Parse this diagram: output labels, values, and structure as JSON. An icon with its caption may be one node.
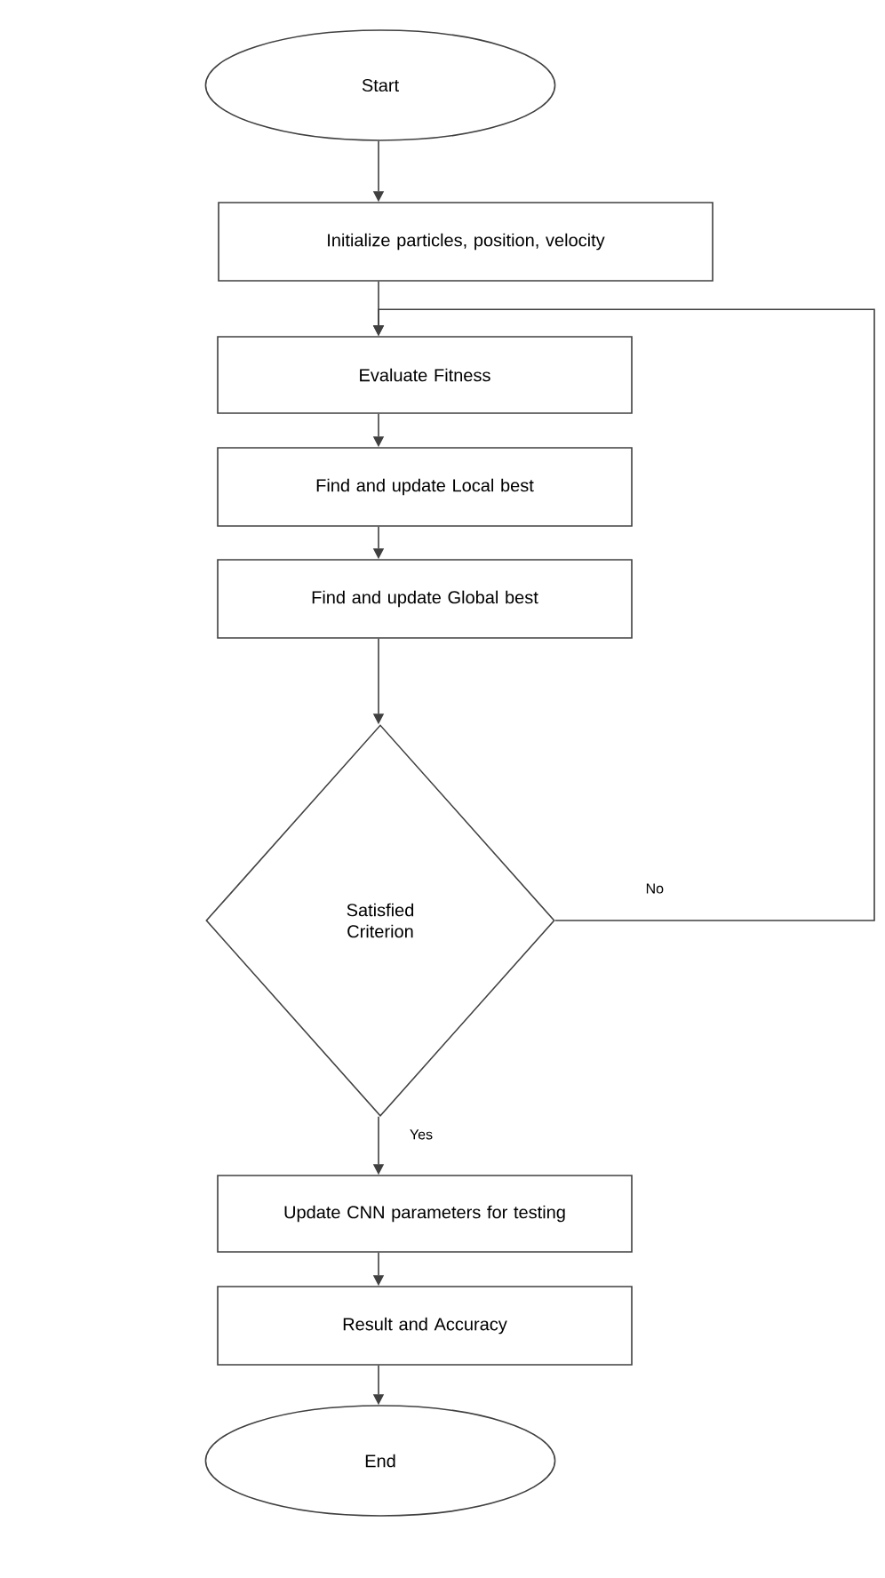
{
  "diagram": {
    "nodes": [
      {
        "text": [
          "Start"
        ]
      },
      {
        "text": [
          "Initialize particles, position, velocity"
        ]
      },
      {
        "text": [
          "Evaluate Fitness"
        ]
      },
      {
        "text": [
          "Find and update Local best"
        ]
      },
      {
        "text": [
          "Find and update Global best"
        ]
      },
      {
        "text": [
          "Satisfied Criterion"
        ]
      },
      {
        "text": [
          "Update CNN parameters for testing"
        ]
      },
      {
        "text": [
          "Result and Accuracy"
        ]
      },
      {
        "text": [
          "End"
        ]
      }
    ],
    "edges": [
      {
        "from": 0,
        "to": 1,
        "arrow": "to"
      },
      {
        "from": 1,
        "to": 2,
        "arrow": "to"
      },
      {
        "from": 2,
        "to": 3,
        "arrow": "to"
      },
      {
        "from": 3,
        "to": 4,
        "arrow": "to"
      },
      {
        "from": 4,
        "to": 5,
        "arrow": "to"
      },
      {
        "from": 5,
        "to": 6,
        "arrow": "to",
        "label": "Yes"
      },
      {
        "from": 6,
        "to": 7,
        "arrow": "to"
      },
      {
        "from": 7,
        "to": 8,
        "arrow": "to"
      },
      {
        "from": 5,
        "to": 2,
        "arrow": "to",
        "label": "No"
      }
    ]
  }
}
